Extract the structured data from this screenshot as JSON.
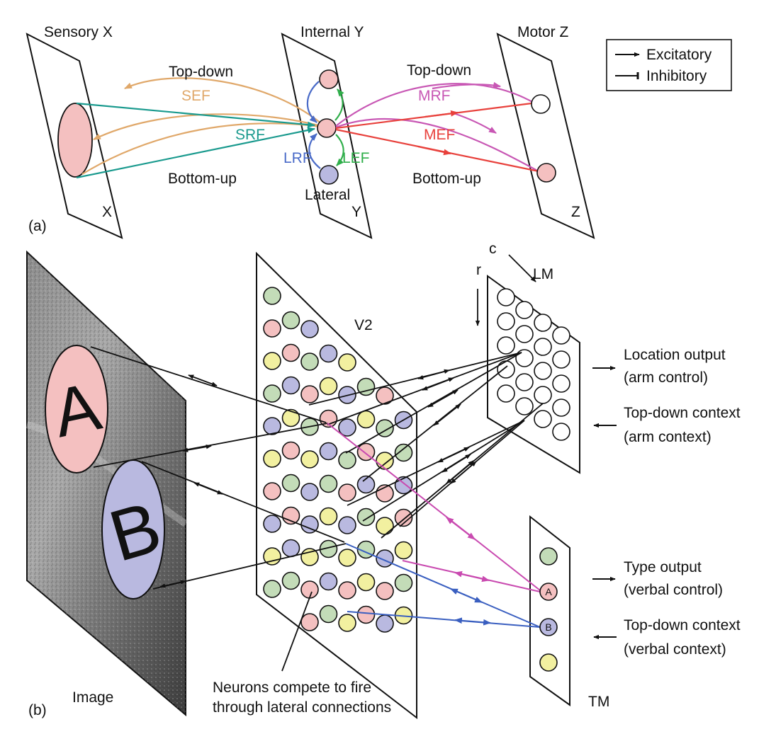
{
  "legend": {
    "excitatory": "Excitatory",
    "inhibitory": "Inhibitory"
  },
  "panel_a": {
    "tag": "(a)",
    "sensory": {
      "title": "Sensory X",
      "corner": "X"
    },
    "internal": {
      "title": "Internal Y",
      "corner": "Y",
      "lateral": "Lateral"
    },
    "motor": {
      "title": "Motor Z",
      "corner": "Z"
    },
    "left_links": {
      "topdown": "Top-down",
      "bottomup": "Bottom-up",
      "sef": "SEF",
      "srf": "SRF"
    },
    "right_links": {
      "topdown": "Top-down",
      "bottomup": "Bottom-up",
      "mrf": "MRF",
      "mef": "MEF"
    },
    "lateral_links": {
      "lrf": "LRF",
      "lef": "LEF"
    }
  },
  "panel_b": {
    "tag": "(b)",
    "image_label": "Image",
    "letter_a": "A",
    "letter_b": "B",
    "v2_label": "V2",
    "lm_label": "LM",
    "tm_label": "TM",
    "axis_c": "c",
    "axis_r": "r",
    "location_output": [
      "Location output",
      "(arm control)"
    ],
    "topdown_arm": [
      "Top-down context",
      "(arm context)"
    ],
    "type_output": [
      "Type output",
      "(verbal control)"
    ],
    "topdown_verbal": [
      "Top-down context",
      "(verbal context)"
    ],
    "compete_note": [
      "Neurons compete to fire",
      "through lateral connections"
    ],
    "tm_neuron_a": "A",
    "tm_neuron_b": "B"
  },
  "colors": {
    "pink": "#f4c0c0",
    "lavender": "#b9b9e0",
    "green": "#c3dcb8",
    "yellow": "#f2f0a0",
    "topdown_orange": "#e0a86a",
    "bottomup_teal": "#1a9a8e",
    "motor_magenta": "#c857b4",
    "motor_red": "#e8413c",
    "lateral_blue": "#4a6bc8",
    "lateral_green": "#2fae4a",
    "tm_magenta": "#c94ab0",
    "tm_blue": "#3a5fc0"
  },
  "v2_grid": [
    [
      "green",
      "pink",
      "yellow",
      "green",
      "lavender",
      "yellow",
      "pink",
      "lavender",
      "yellow",
      "green",
      "pink"
    ],
    [
      "lavender",
      "green",
      "pink",
      "lavender",
      "yellow",
      "pink",
      "green",
      "pink",
      "lavender",
      "green",
      "yellow"
    ],
    [
      "yellow",
      "lavender",
      "green",
      "pink",
      "green",
      "yellow",
      "lavender",
      "lavender",
      "yellow",
      "pink",
      "pink"
    ],
    [
      "pink",
      "yellow",
      "lavender",
      "yellow",
      "pink",
      "lavender",
      "green",
      "yellow",
      "green",
      "lavender",
      "green"
    ],
    [
      "green",
      "pink",
      "yellow",
      "lavender",
      "lavender",
      "green",
      "pink",
      "lavender",
      "yellow",
      "pink",
      "yellow"
    ],
    [
      "lavender",
      "green",
      "pink",
      "green",
      "yellow",
      "pink",
      "lavender",
      "green",
      "green",
      "yellow",
      "pink"
    ],
    [
      "yellow",
      "lavender",
      "lavender",
      "pink",
      "green",
      "yellow",
      "pink",
      "yellow",
      "lavender",
      "pink",
      "lavender"
    ],
    [
      "pink",
      "yellow",
      "green",
      "yellow",
      "lavender",
      "green",
      "lavender",
      "pink",
      "yellow",
      "green",
      "yellow"
    ]
  ],
  "tm_neurons": [
    "green",
    "pink",
    "lavender",
    "yellow"
  ]
}
